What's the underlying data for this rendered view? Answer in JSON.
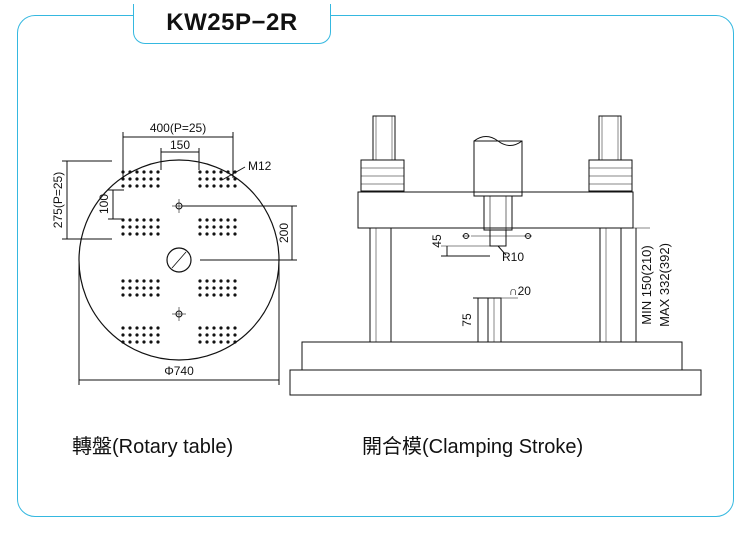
{
  "title": "KW25P−2R",
  "rotary_table": {
    "dim_width": "400(P=25)",
    "dim_inner": "150",
    "dim_left": "275(P=25)",
    "dim_inner_left": "100",
    "dim_right": "200",
    "thread": "M12",
    "diameter": "Φ740",
    "caption": "轉盤(Rotary table)"
  },
  "clamping": {
    "dim_45": "45",
    "radius": "R10",
    "dim_20": "∩20",
    "dim_75": "75",
    "stroke_min": "MIN 150(210)",
    "stroke_max": "MAX 332(392)",
    "caption": "開合模(Clamping Stroke)"
  },
  "colors": {
    "frame": "#35b8e0",
    "line": "#111111"
  }
}
